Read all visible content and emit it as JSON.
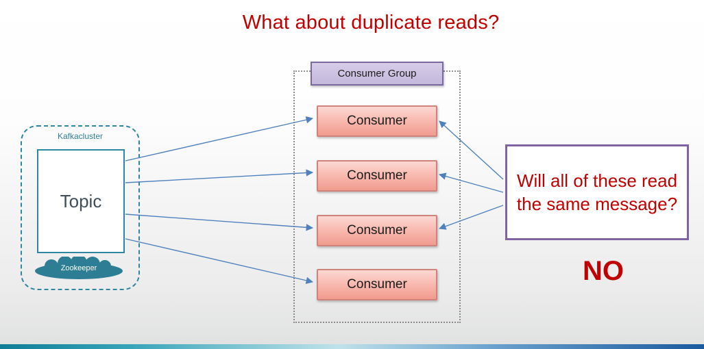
{
  "title": "What about duplicate reads?",
  "kafka_cluster": {
    "label": "Kafkacluster",
    "topic": "Topic",
    "zookeeper": "Zookeeper"
  },
  "consumer_group": {
    "label": "Consumer Group",
    "consumers": [
      "Consumer",
      "Consumer",
      "Consumer",
      "Consumer"
    ]
  },
  "question": "Will all of these read the same message?",
  "answer": "NO",
  "colors": {
    "title_red": "#c00000",
    "teal": "#2e86a1",
    "purple": "#8064a2",
    "lavender_fill": "#c9bedf",
    "consumer_border": "#d0837b",
    "consumer_fill": "#f8b5ab",
    "arrow_blue": "#4f81bd"
  }
}
